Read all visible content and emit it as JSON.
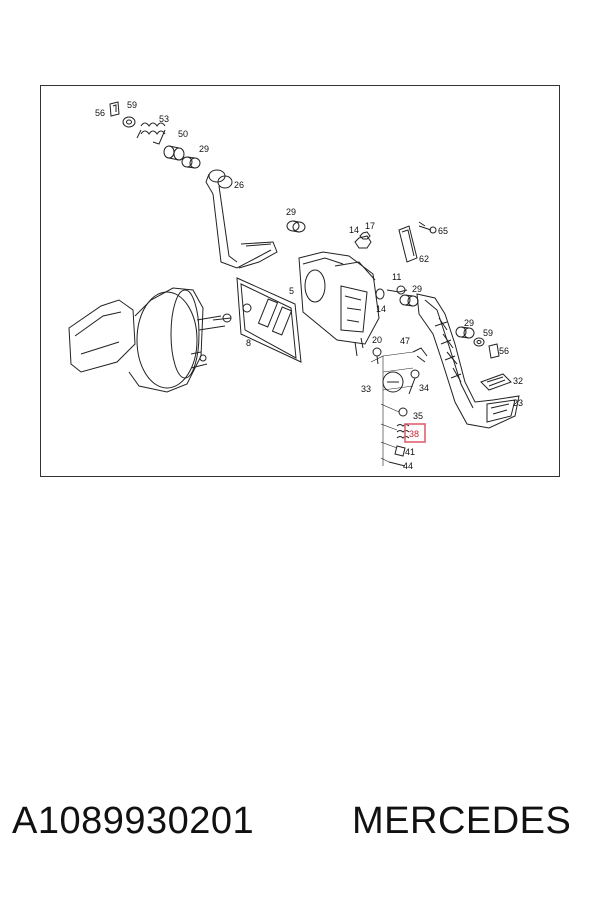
{
  "diagram": {
    "highlight_color": "#e06070",
    "callouts": {
      "c56a": "56",
      "c59a": "59",
      "c53": "53",
      "c50": "50",
      "c29a": "29",
      "c26": "26",
      "c29b": "29",
      "c14a": "14",
      "c17": "17",
      "c65": "65",
      "c62": "62",
      "c5": "5",
      "c11": "11",
      "c14b": "14",
      "c29c": "29",
      "c8": "8",
      "c47": "47",
      "c20": "20",
      "c29d": "29",
      "c59b": "59",
      "c56b": "56",
      "c33": "33",
      "c34": "34",
      "c32": "32",
      "c35": "35",
      "c23": "23",
      "c38": "38",
      "c41": "41",
      "c44": "44"
    }
  },
  "caption": {
    "part_number": "A1089930201",
    "brand": "MERCEDES"
  }
}
